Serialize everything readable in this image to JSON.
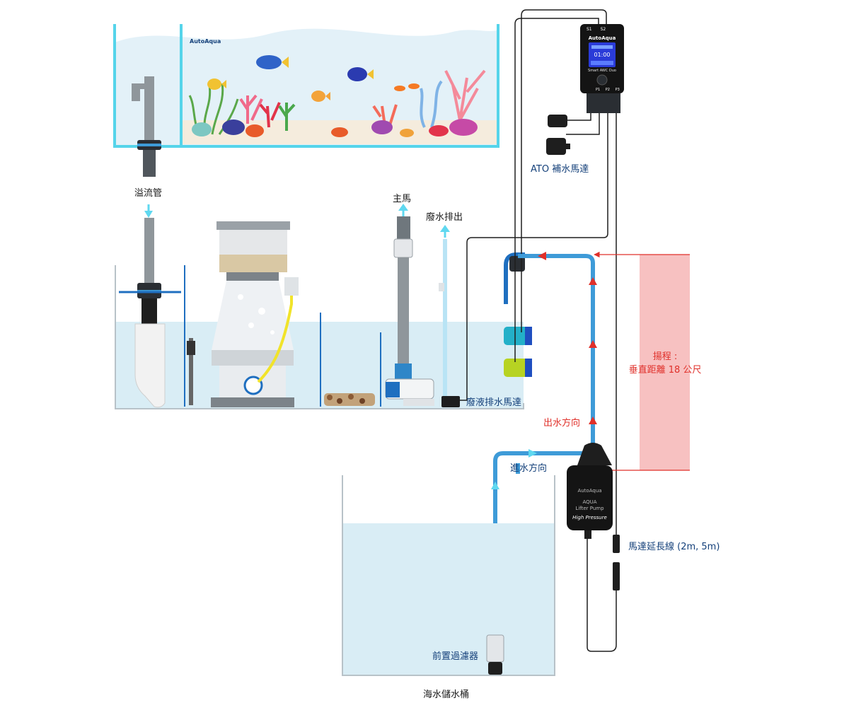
{
  "brand": {
    "logo_text": "AutoAqua"
  },
  "labels": {
    "overflow_pipe": "溢流管",
    "main_pump": "主馬",
    "waste_out": "廢水排出",
    "waste_pump": "廢液排水馬達",
    "ato_pump": "ATO 補水馬達",
    "head_height_title": "揚程 :",
    "head_height_value": "垂直距離 18 公尺",
    "outflow_direction": "出水方向",
    "inflow_direction": "進水方向",
    "extension_cable": "馬達延長線 (2m, 5m)",
    "prefilter": "前置過濾器",
    "reservoir": "海水儲水桶"
  },
  "controller": {
    "name": "Smart AWC Duo",
    "logo_text": "AutoAqua",
    "display_value": "01:00",
    "top_ports": [
      "S1",
      "S2"
    ],
    "bottom_ports": [
      "P1",
      "P2",
      "P3"
    ]
  },
  "lifter_pump": {
    "logo_text": "AutoAqua",
    "line1": "AQUA",
    "line2": "Lifter Pump",
    "line3": "High Pressure"
  },
  "colors": {
    "tube_blue": "#3e9bd8",
    "arrow_red": "#e0302a",
    "arrow_cyan": "#5fd8f0",
    "tank_frame": "#55d4ea",
    "water_light": "#d9edf5",
    "head_band": "#f7c1c1",
    "label_blue": "#14407a"
  }
}
